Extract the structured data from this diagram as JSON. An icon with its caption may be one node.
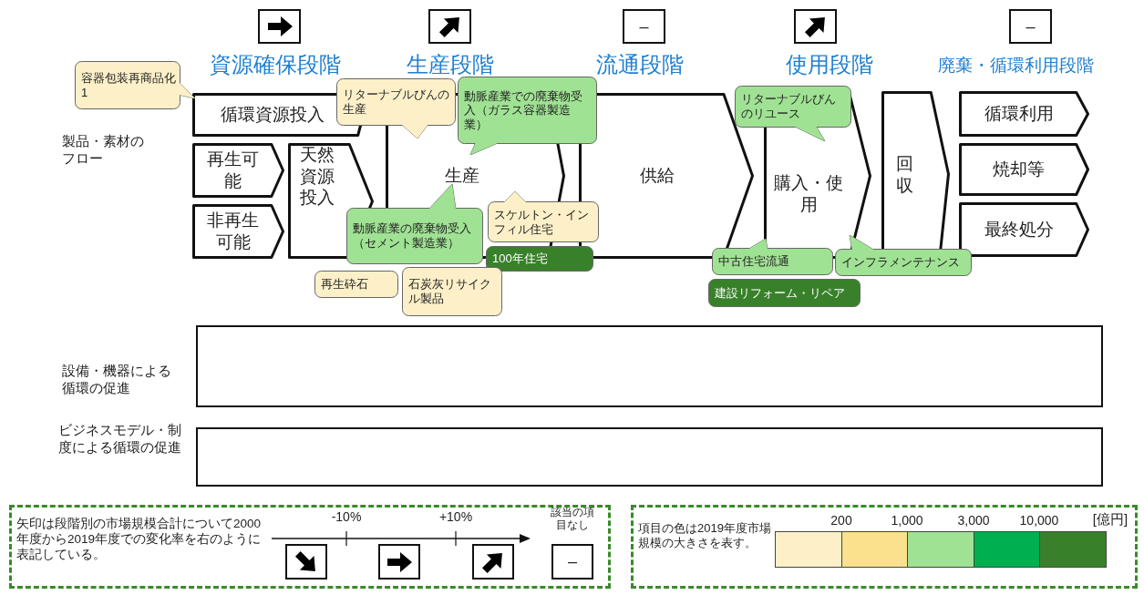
{
  "diagram": {
    "nodes": [
      {
        "text": [],
        "shape": "box"
      },
      {
        "text": [],
        "shape": "box"
      },
      {
        "text": [
          "–"
        ]
      },
      {
        "text": [],
        "shape": "box"
      },
      {
        "text": [
          "–"
        ]
      },
      {
        "text": [
          "循環資源投入"
        ]
      },
      {
        "text": [
          "再生可能"
        ]
      },
      {
        "text": [
          "非再生可能"
        ]
      },
      {
        "text": [
          "天然資源投入"
        ]
      },
      {
        "text": [
          "生産"
        ]
      },
      {
        "text": [
          "供給"
        ]
      },
      {
        "text": [
          "購入・使用"
        ]
      },
      {
        "text": [
          "回収"
        ]
      },
      {
        "text": [
          "循環利用"
        ]
      },
      {
        "text": [
          "焼却等"
        ]
      },
      {
        "text": [
          "最終処分"
        ]
      },
      {
        "text": [
          "容器包装再商品化1"
        ]
      },
      {
        "text": [
          "リターナブルびんの生産"
        ]
      },
      {
        "text": [
          "動脈産業での廃棄物受入（ガラス容器製造業）"
        ]
      },
      {
        "text": [
          "動脈産業の廃棄物受入（セメント製造業）"
        ]
      },
      {
        "text": [
          "スケルトン・インフィル住宅"
        ]
      },
      {
        "text": [
          "100年住宅"
        ]
      },
      {
        "text": [
          "再生砕石"
        ]
      },
      {
        "text": [
          "石炭灰リサイクル製品"
        ]
      },
      {
        "text": [
          "リターナブルびんのリユース"
        ]
      },
      {
        "text": [
          "中古住宅流通"
        ]
      },
      {
        "text": [
          "インフラメンテナンス"
        ]
      },
      {
        "text": [
          "建設リフォーム・リペア"
        ]
      },
      {
        "text": [],
        "shape": "box"
      },
      {
        "text": [],
        "shape": "box"
      }
    ],
    "edges": [],
    "labels": [
      "資源確保段階",
      "生産段階",
      "流通段階",
      "使用段階",
      "廃棄・循環利用段階",
      "製品・素材のフロー",
      "設備・機器による循環の促進",
      "ビジネスモデル・制度による循環の促進",
      "矢印は段階別の市場規模合計について2000年度から2019年度での変化率を右のように表記している。",
      "-10%",
      "+10%",
      "該当の項目なし",
      "–",
      "項目の色は2019年度市場規模の大きさを表す。",
      "200",
      "1,000",
      "3,000",
      "10,000",
      "[億円]"
    ]
  }
}
